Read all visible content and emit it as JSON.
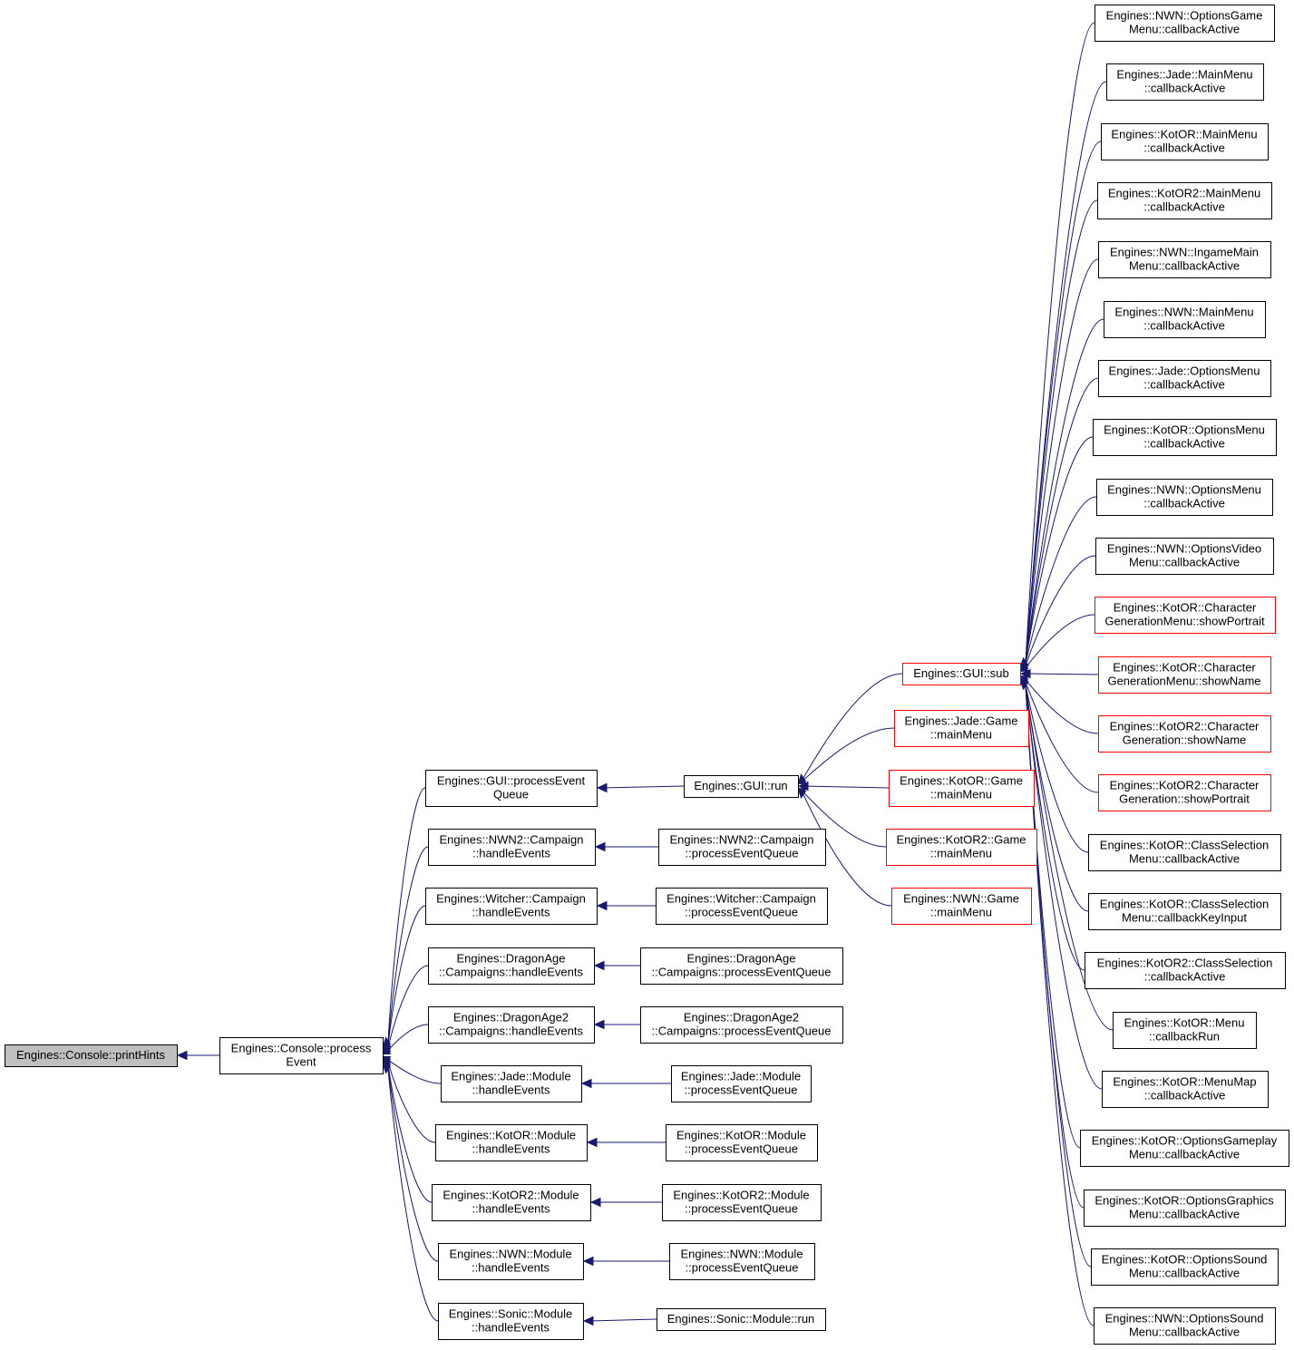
{
  "colors": {
    "edge": "#191970",
    "node_border": "#000000",
    "node_border_truncated": "#ff0000",
    "root_fill": "#bfbfbf",
    "node_fill": "#ffffff"
  },
  "nodes": [
    {
      "id": "printHints",
      "lines": [
        "Engines::Console::printHints"
      ],
      "root": true
    },
    {
      "id": "processEvent",
      "lines": [
        "Engines::Console::process",
        "Event"
      ]
    },
    {
      "id": "gui_peq",
      "lines": [
        "Engines::GUI::processEvent",
        "Queue"
      ]
    },
    {
      "id": "nwn2_he",
      "lines": [
        "Engines::NWN2::Campaign",
        "::handleEvents"
      ]
    },
    {
      "id": "witcher_he",
      "lines": [
        "Engines::Witcher::Campaign",
        "::handleEvents"
      ]
    },
    {
      "id": "da_he",
      "lines": [
        "Engines::DragonAge",
        "::Campaigns::handleEvents"
      ]
    },
    {
      "id": "da2_he",
      "lines": [
        "Engines::DragonAge2",
        "::Campaigns::handleEvents"
      ]
    },
    {
      "id": "jade_he",
      "lines": [
        "Engines::Jade::Module",
        "::handleEvents"
      ]
    },
    {
      "id": "kotor_he",
      "lines": [
        "Engines::KotOR::Module",
        "::handleEvents"
      ]
    },
    {
      "id": "kotor2_he",
      "lines": [
        "Engines::KotOR2::Module",
        "::handleEvents"
      ]
    },
    {
      "id": "nwn_he",
      "lines": [
        "Engines::NWN::Module",
        "::handleEvents"
      ]
    },
    {
      "id": "sonic_he",
      "lines": [
        "Engines::Sonic::Module",
        "::handleEvents"
      ]
    },
    {
      "id": "gui_run",
      "lines": [
        "Engines::GUI::run"
      ]
    },
    {
      "id": "nwn2_peq",
      "lines": [
        "Engines::NWN2::Campaign",
        "::processEventQueue"
      ]
    },
    {
      "id": "witcher_peq",
      "lines": [
        "Engines::Witcher::Campaign",
        "::processEventQueue"
      ]
    },
    {
      "id": "da_peq",
      "lines": [
        "Engines::DragonAge",
        "::Campaigns::processEventQueue"
      ]
    },
    {
      "id": "da2_peq",
      "lines": [
        "Engines::DragonAge2",
        "::Campaigns::processEventQueue"
      ]
    },
    {
      "id": "jade_peq",
      "lines": [
        "Engines::Jade::Module",
        "::processEventQueue"
      ]
    },
    {
      "id": "kotor_peq",
      "lines": [
        "Engines::KotOR::Module",
        "::processEventQueue"
      ]
    },
    {
      "id": "kotor2_peq",
      "lines": [
        "Engines::KotOR2::Module",
        "::processEventQueue"
      ]
    },
    {
      "id": "nwn_peq",
      "lines": [
        "Engines::NWN::Module",
        "::processEventQueue"
      ]
    },
    {
      "id": "sonic_run",
      "lines": [
        "Engines::Sonic::Module::run"
      ]
    },
    {
      "id": "gui_sub",
      "lines": [
        "Engines::GUI::sub"
      ],
      "truncated": true
    },
    {
      "id": "jade_mm",
      "lines": [
        "Engines::Jade::Game",
        "::mainMenu"
      ],
      "truncated": true
    },
    {
      "id": "kotor_mm",
      "lines": [
        "Engines::KotOR::Game",
        "::mainMenu"
      ],
      "truncated": true
    },
    {
      "id": "kotor2_mm",
      "lines": [
        "Engines::KotOR2::Game",
        "::mainMenu"
      ],
      "truncated": true
    },
    {
      "id": "nwn_mm",
      "lines": [
        "Engines::NWN::Game",
        "::mainMenu"
      ],
      "truncated": true
    },
    {
      "id": "r1",
      "lines": [
        "Engines::NWN::OptionsGame",
        "Menu::callbackActive"
      ]
    },
    {
      "id": "r2",
      "lines": [
        "Engines::Jade::MainMenu",
        "::callbackActive"
      ]
    },
    {
      "id": "r3",
      "lines": [
        "Engines::KotOR::MainMenu",
        "::callbackActive"
      ]
    },
    {
      "id": "r4",
      "lines": [
        "Engines::KotOR2::MainMenu",
        "::callbackActive"
      ]
    },
    {
      "id": "r5",
      "lines": [
        "Engines::NWN::IngameMain",
        "Menu::callbackActive"
      ]
    },
    {
      "id": "r6",
      "lines": [
        "Engines::NWN::MainMenu",
        "::callbackActive"
      ]
    },
    {
      "id": "r7",
      "lines": [
        "Engines::Jade::OptionsMenu",
        "::callbackActive"
      ]
    },
    {
      "id": "r8",
      "lines": [
        "Engines::KotOR::OptionsMenu",
        "::callbackActive"
      ]
    },
    {
      "id": "r9",
      "lines": [
        "Engines::NWN::OptionsMenu",
        "::callbackActive"
      ]
    },
    {
      "id": "r10",
      "lines": [
        "Engines::NWN::OptionsVideo",
        "Menu::callbackActive"
      ]
    },
    {
      "id": "r11",
      "lines": [
        "Engines::KotOR::Character",
        "GenerationMenu::showPortrait"
      ],
      "truncated": true
    },
    {
      "id": "r12",
      "lines": [
        "Engines::KotOR::Character",
        "GenerationMenu::showName"
      ],
      "truncated": true
    },
    {
      "id": "r13",
      "lines": [
        "Engines::KotOR2::Character",
        "Generation::showName"
      ],
      "truncated": true
    },
    {
      "id": "r14",
      "lines": [
        "Engines::KotOR2::Character",
        "Generation::showPortrait"
      ],
      "truncated": true
    },
    {
      "id": "r15",
      "lines": [
        "Engines::KotOR::ClassSelection",
        "Menu::callbackActive"
      ]
    },
    {
      "id": "r16",
      "lines": [
        "Engines::KotOR::ClassSelection",
        "Menu::callbackKeyInput"
      ]
    },
    {
      "id": "r17",
      "lines": [
        "Engines::KotOR2::ClassSelection",
        "::callbackActive"
      ]
    },
    {
      "id": "r18",
      "lines": [
        "Engines::KotOR::Menu",
        "::callbackRun"
      ]
    },
    {
      "id": "r19",
      "lines": [
        "Engines::KotOR::MenuMap",
        "::callbackActive"
      ]
    },
    {
      "id": "r20",
      "lines": [
        "Engines::KotOR::OptionsGameplay",
        "Menu::callbackActive"
      ]
    },
    {
      "id": "r21",
      "lines": [
        "Engines::KotOR::OptionsGraphics",
        "Menu::callbackActive"
      ]
    },
    {
      "id": "r22",
      "lines": [
        "Engines::KotOR::OptionsSound",
        "Menu::callbackActive"
      ]
    },
    {
      "id": "r23",
      "lines": [
        "Engines::NWN::OptionsSound",
        "Menu::callbackActive"
      ]
    }
  ],
  "edges": [
    [
      "processEvent",
      "printHints"
    ],
    [
      "gui_peq",
      "processEvent"
    ],
    [
      "nwn2_he",
      "processEvent"
    ],
    [
      "witcher_he",
      "processEvent"
    ],
    [
      "da_he",
      "processEvent"
    ],
    [
      "da2_he",
      "processEvent"
    ],
    [
      "jade_he",
      "processEvent"
    ],
    [
      "kotor_he",
      "processEvent"
    ],
    [
      "kotor2_he",
      "processEvent"
    ],
    [
      "nwn_he",
      "processEvent"
    ],
    [
      "sonic_he",
      "processEvent"
    ],
    [
      "gui_run",
      "gui_peq"
    ],
    [
      "nwn2_peq",
      "nwn2_he"
    ],
    [
      "witcher_peq",
      "witcher_he"
    ],
    [
      "da_peq",
      "da_he"
    ],
    [
      "da2_peq",
      "da2_he"
    ],
    [
      "jade_peq",
      "jade_he"
    ],
    [
      "kotor_peq",
      "kotor_he"
    ],
    [
      "kotor2_peq",
      "kotor2_he"
    ],
    [
      "nwn_peq",
      "nwn_he"
    ],
    [
      "sonic_run",
      "sonic_he"
    ],
    [
      "gui_sub",
      "gui_run"
    ],
    [
      "jade_mm",
      "gui_run"
    ],
    [
      "kotor_mm",
      "gui_run"
    ],
    [
      "kotor2_mm",
      "gui_run"
    ],
    [
      "nwn_mm",
      "gui_run"
    ],
    [
      "r1",
      "gui_sub"
    ],
    [
      "r2",
      "gui_sub"
    ],
    [
      "r3",
      "gui_sub"
    ],
    [
      "r4",
      "gui_sub"
    ],
    [
      "r5",
      "gui_sub"
    ],
    [
      "r6",
      "gui_sub"
    ],
    [
      "r7",
      "gui_sub"
    ],
    [
      "r8",
      "gui_sub"
    ],
    [
      "r9",
      "gui_sub"
    ],
    [
      "r10",
      "gui_sub"
    ],
    [
      "r11",
      "gui_sub"
    ],
    [
      "r12",
      "gui_sub"
    ],
    [
      "r13",
      "gui_sub"
    ],
    [
      "r14",
      "gui_sub"
    ],
    [
      "r15",
      "gui_sub"
    ],
    [
      "r16",
      "gui_sub"
    ],
    [
      "r17",
      "gui_sub"
    ],
    [
      "r18",
      "gui_sub"
    ],
    [
      "r19",
      "gui_sub"
    ],
    [
      "r20",
      "gui_sub"
    ],
    [
      "r21",
      "gui_sub"
    ],
    [
      "r22",
      "gui_sub"
    ],
    [
      "r23",
      "gui_sub"
    ]
  ]
}
